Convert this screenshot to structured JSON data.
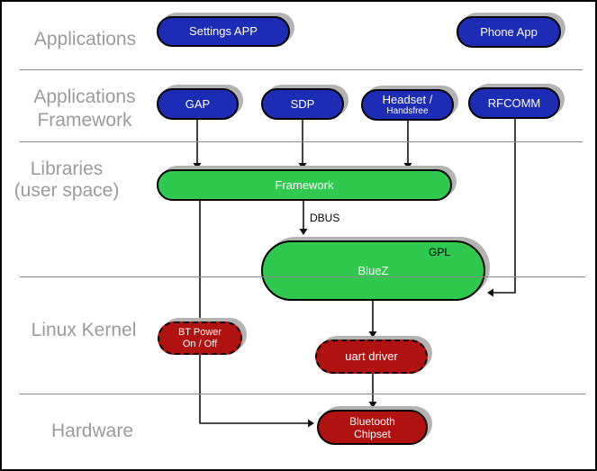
{
  "colors": {
    "blue": "#1c2cb4",
    "green": "#2fc94f",
    "red": "#b01212",
    "shadow": "#b3b3b3",
    "label-gray": "#9b9b9b",
    "line-gray": "#8a8a8a",
    "ink": "#111111"
  },
  "layers": {
    "applications": {
      "line1": "Applications"
    },
    "applications_framework": {
      "line1": "Applications",
      "line2": "Framework"
    },
    "libraries": {
      "line1": "Libraries",
      "line2": "(user space)"
    },
    "linux_kernel": {
      "line1": "Linux Kernel"
    },
    "hardware": {
      "line1": "Hardware"
    }
  },
  "nodes": {
    "settings_app": {
      "label": "Settings APP"
    },
    "phone_app": {
      "label": "Phone App"
    },
    "gap": {
      "label": "GAP"
    },
    "sdp": {
      "label": "SDP"
    },
    "headset": {
      "line1": "Headset /",
      "line2": "Handsfree"
    },
    "rfcomm": {
      "label": "RFCOMM"
    },
    "framework": {
      "label": "Framework"
    },
    "bluez": {
      "label": "BlueZ",
      "license_tag": "GPL"
    },
    "bt_power": {
      "line1": "BT Power",
      "line2": "On / Off"
    },
    "uart_driver": {
      "label": "uart driver"
    },
    "bluetooth_chipset": {
      "line1": "Bluetooth",
      "line2": "Chipset"
    }
  },
  "connections": {
    "dbus_label": "DBUS"
  }
}
